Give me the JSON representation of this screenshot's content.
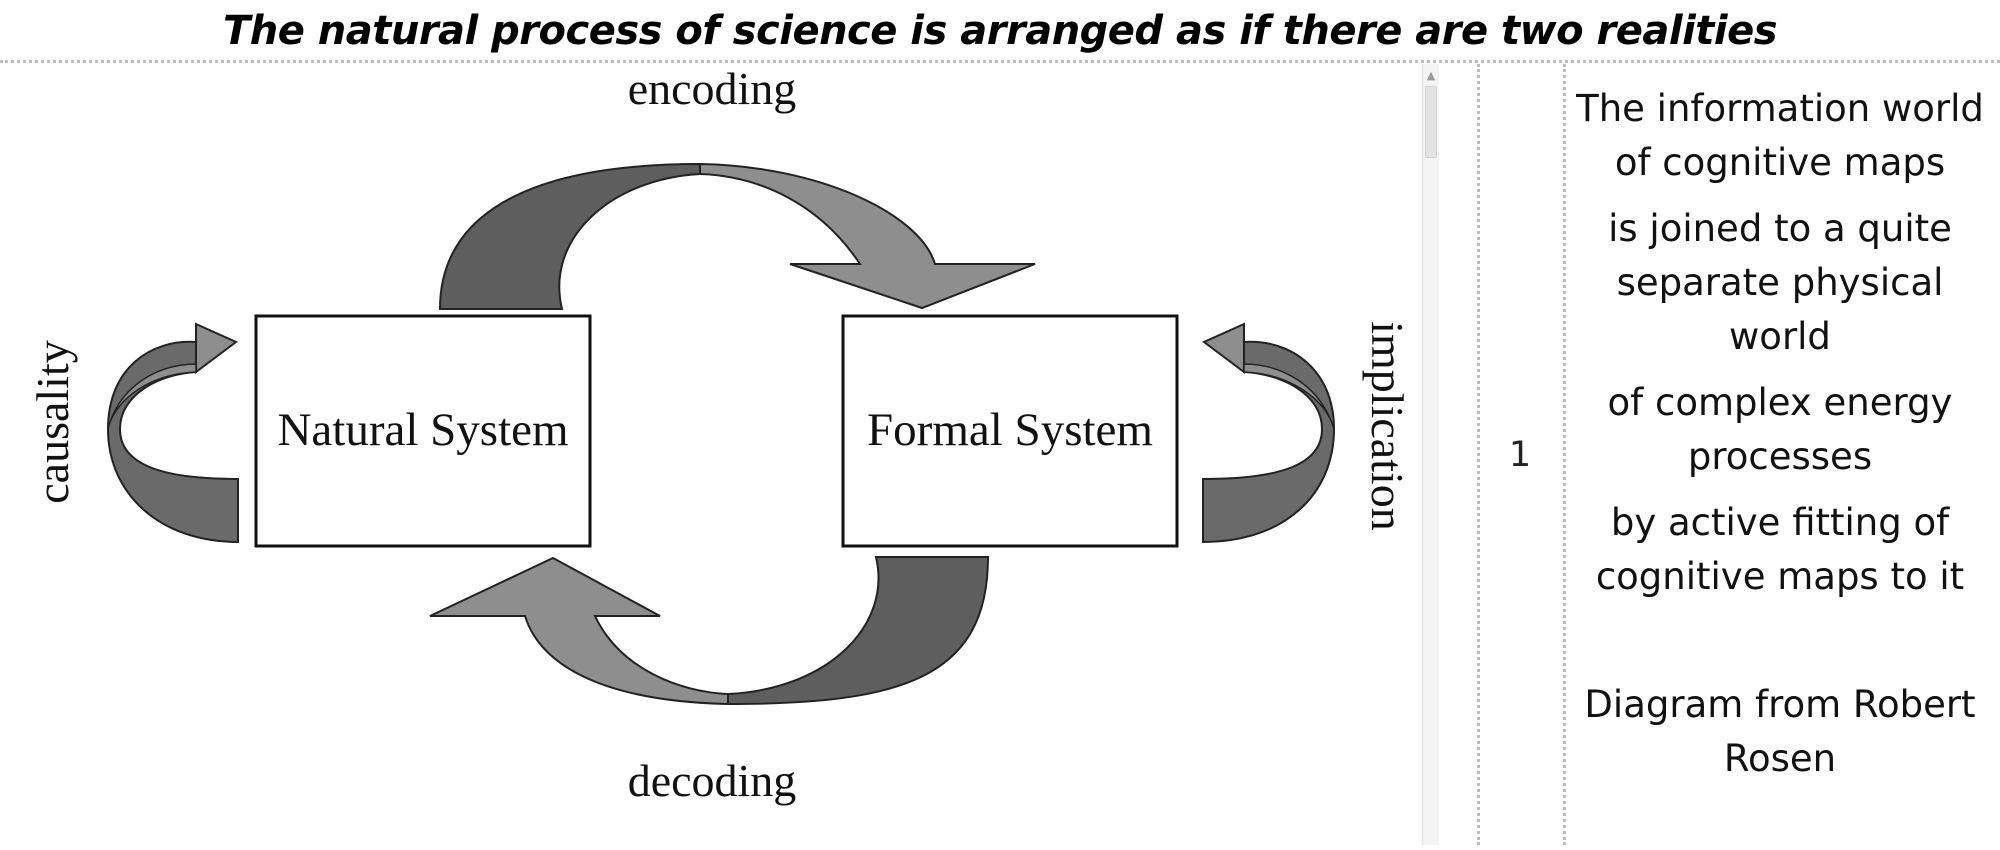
{
  "slide": {
    "title": "The natural process of science is arranged as if there are two realities"
  },
  "diagram": {
    "left_box": "Natural System",
    "right_box": "Formal System",
    "top_arrow": "encoding",
    "bottom_arrow": "decoding",
    "left_arrow": "causality",
    "right_arrow": "implication"
  },
  "table": {
    "row_number": "1",
    "notes": [
      "The information world of cognitive maps",
      "is joined to a quite separate physical world",
      "of complex energy processes",
      "by active fitting of cognitive maps to it"
    ],
    "credit": "Diagram from Robert Rosen"
  },
  "colors": {
    "arrow_dark": "#5e5e5e",
    "arrow_light": "#8e8e8e",
    "separator": "#bdbdbd"
  }
}
